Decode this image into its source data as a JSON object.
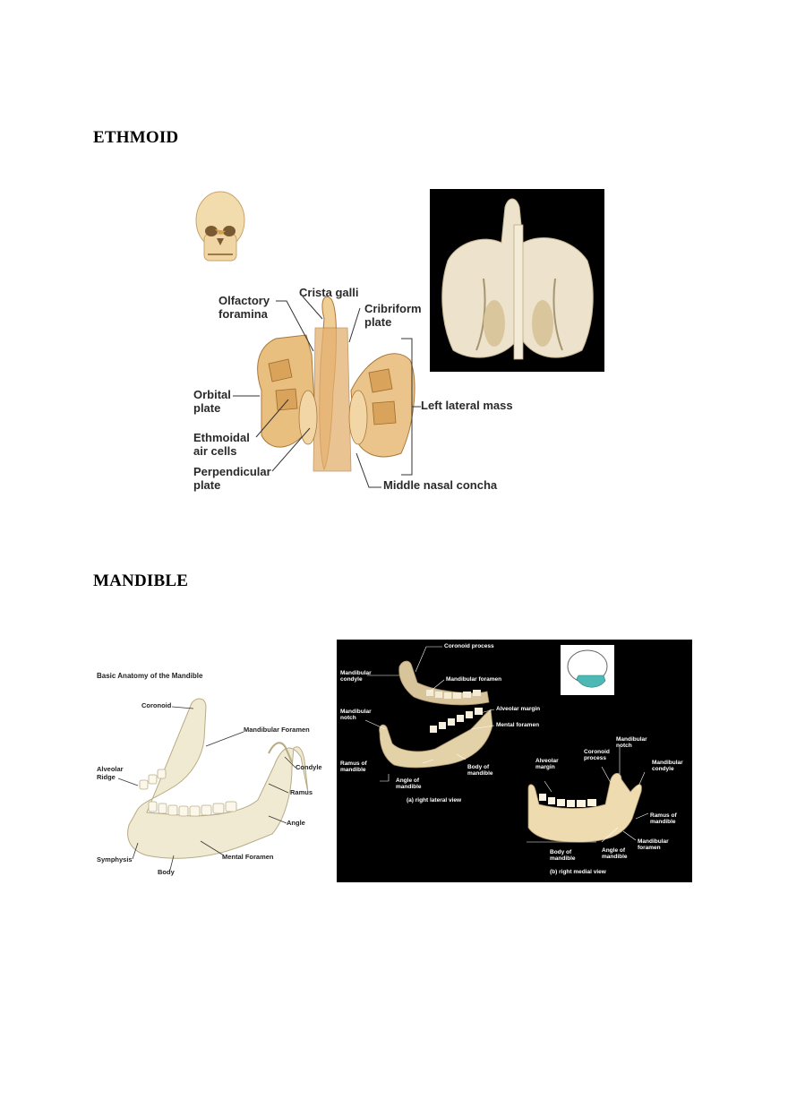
{
  "sections": {
    "ethmoid_title": "ETHMOID",
    "mandible_title": "MANDIBLE"
  },
  "ethmoid_figure": {
    "labels": {
      "olfactory": "Olfactory\nforamina",
      "crista": "Crista galli",
      "cribriform": "Cribriform\nplate",
      "orbital": "Orbital\nplate",
      "air_cells": "Ethmoidal\nair cells",
      "perpendicular": "Perpendicular\nplate",
      "left_lateral": "Left lateral mass",
      "middle_nasal": "Middle nasal concha"
    }
  },
  "mandible_left": {
    "title": "Basic Anatomy of the Mandible",
    "labels": {
      "coronoid": "Coronoid",
      "foramen": "Mandibular Foramen",
      "alveolar": "Alveolar\nRidge",
      "condyle": "Condyle",
      "ramus": "Ramus",
      "angle": "Angle",
      "symphysis": "Symphysis",
      "body": "Body",
      "mental": "Mental Foramen"
    }
  },
  "mandible_right": {
    "labels": {
      "coronoid_process": "Coronoid process",
      "mand_condyle": "Mandibular\ncondyle",
      "mand_foramen": "Mandibular foramen",
      "mand_notch": "Mandibular\nnotch",
      "alveolar_margin": "Alveolar margin",
      "mental_foramen": "Mental foramen",
      "ramus": "Ramus of\nmandible",
      "body": "Body of\nmandible",
      "angle": "Angle of\nmandible",
      "lateral_view": "(a) right lateral view",
      "b_alveolar": "Alveolar\nmargin",
      "b_coronoid": "Coronoid\nprocess",
      "b_notch": "Mandibular\nnotch",
      "b_condyle": "Mandibular\ncondyle",
      "b_ramus": "Ramus of\nmandible",
      "b_foramen": "Mandibular\nforamen",
      "b_body": "Body of\nmandible",
      "b_angle": "Angle of\nmandible",
      "medial_view": "(b) right medial view"
    }
  }
}
